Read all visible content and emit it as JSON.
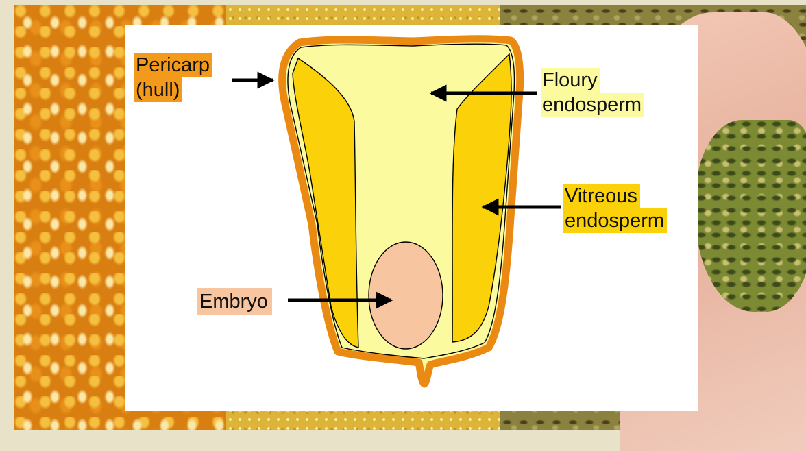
{
  "colors": {
    "pericarp": "#f39a1c",
    "floury_endosperm": "#fcfa9e",
    "vitreous_endosperm": "#fbd20a",
    "embryo": "#f7c59f",
    "card_background": "#ffffff"
  },
  "labels": {
    "pericarp": {
      "line1": "Pericarp",
      "line2": "(hull)"
    },
    "floury": {
      "line1": "Floury",
      "line2": "endosperm"
    },
    "vitreous": {
      "line1": "Vitreous",
      "line2": "endosperm"
    },
    "embryo": {
      "line1": "Embryo"
    }
  }
}
